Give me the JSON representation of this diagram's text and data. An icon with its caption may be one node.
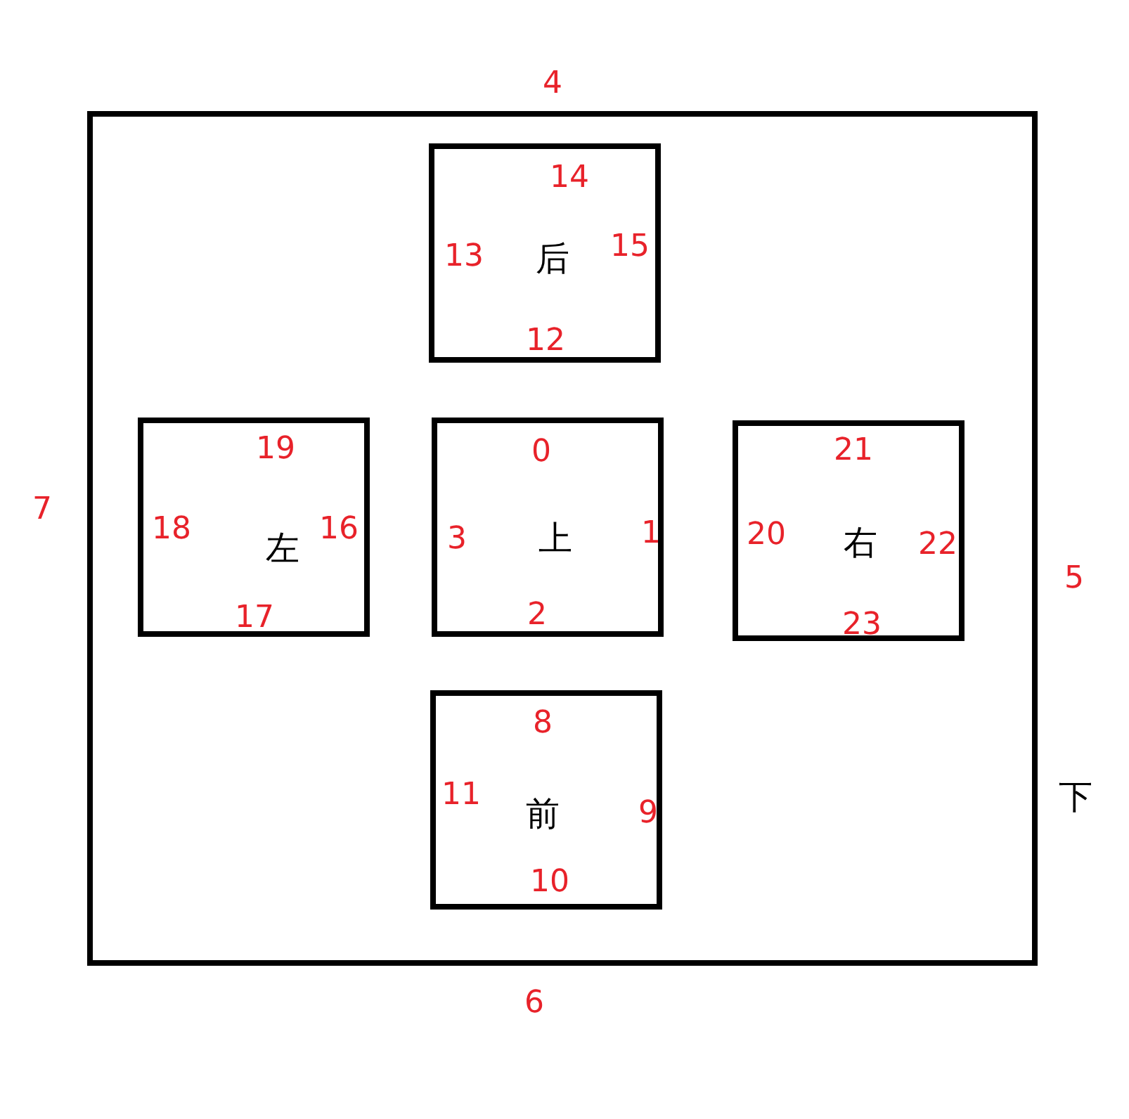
{
  "diagram": {
    "nodes": [
      {
        "text": [
          "4",
          "7",
          "5",
          "下",
          "6"
        ]
      },
      {
        "text": [
          "14",
          "13",
          "后",
          "15",
          "12"
        ],
        "in": 0
      },
      {
        "text": [
          "19",
          "18",
          "左",
          "16",
          "17"
        ],
        "in": 0
      },
      {
        "text": [
          "0",
          "3",
          "上",
          "1",
          "2"
        ],
        "in": 0
      },
      {
        "text": [
          "21",
          "20",
          "右",
          "22",
          "23"
        ],
        "in": 0
      },
      {
        "text": [
          "8",
          "11",
          "前",
          "9",
          "10"
        ],
        "in": 0
      }
    ],
    "edges": []
  }
}
